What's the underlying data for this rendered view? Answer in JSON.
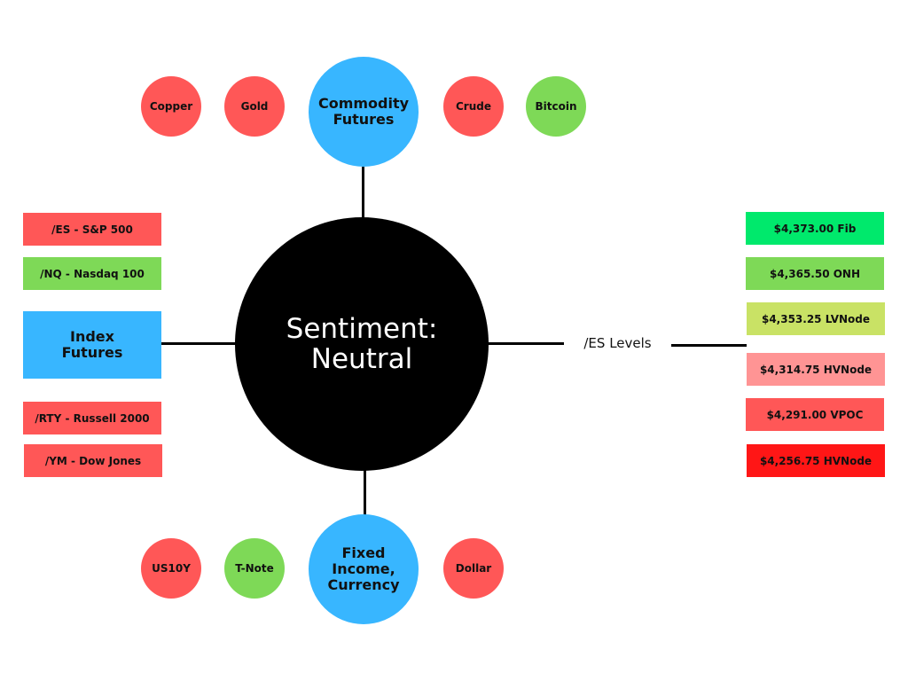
{
  "center": {
    "line1": "Sentiment:",
    "line2": "Neutral"
  },
  "commodity": {
    "line1": "Commodity",
    "line2": "Futures",
    "items": [
      {
        "label": "Copper",
        "color": "#FF5757"
      },
      {
        "label": "Gold",
        "color": "#FF5757"
      },
      {
        "label": "Crude",
        "color": "#FF5757"
      },
      {
        "label": "Bitcoin",
        "color": "#7ED957"
      }
    ]
  },
  "fixed_income": {
    "line1": "Fixed",
    "line2": "Income,",
    "line3": "Currency",
    "items": [
      {
        "label": "US10Y",
        "color": "#FF5757"
      },
      {
        "label": "T-Note",
        "color": "#7ED957"
      },
      {
        "label": "Dollar",
        "color": "#FF5757"
      }
    ]
  },
  "index": {
    "line1": "Index",
    "line2": "Futures",
    "items": [
      {
        "label": "/ES - S&P 500",
        "color": "#FF5757"
      },
      {
        "label": "/NQ - Nasdaq 100",
        "color": "#7ED957"
      },
      {
        "label": "/RTY - Russell 2000",
        "color": "#FF5757"
      },
      {
        "label": "/YM - Dow Jones",
        "color": "#FF5757"
      }
    ]
  },
  "levels": {
    "title": "/ES Levels",
    "items": [
      {
        "label": "$4,373.00 Fib",
        "color": "#00E96C"
      },
      {
        "label": "$4,365.50 ONH",
        "color": "#7ED957"
      },
      {
        "label": "$4,353.25 LVNode",
        "color": "#C9E265"
      },
      {
        "label": "$4,314.75 HVNode",
        "color": "#FF9494"
      },
      {
        "label": "$4,291.00 VPOC",
        "color": "#FF5757"
      },
      {
        "label": "$4,256.75 HVNode",
        "color": "#FF1616"
      }
    ]
  }
}
